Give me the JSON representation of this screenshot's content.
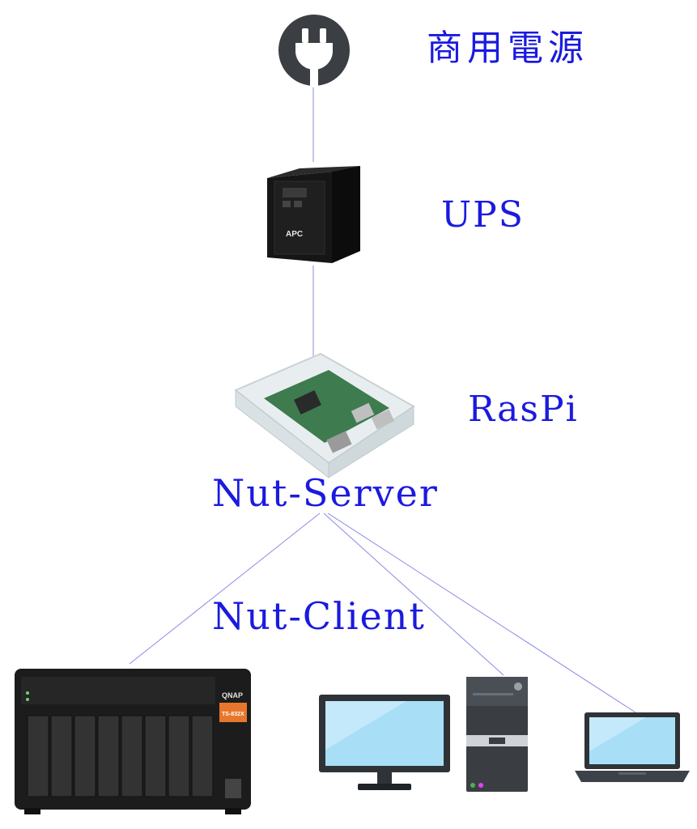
{
  "labels": {
    "power": "商用電源",
    "ups": "UPS",
    "raspi": "RasPi",
    "server": "Nut-Server",
    "client": "Nut-Client"
  },
  "devices": {
    "ups_brand": "APC",
    "nas_brand": "QNAP",
    "nas_model": "TS-832X"
  },
  "colors": {
    "label": "#1a1adf",
    "connector_line": "#8a8ae6",
    "icon_dark": "#3b3f44"
  }
}
